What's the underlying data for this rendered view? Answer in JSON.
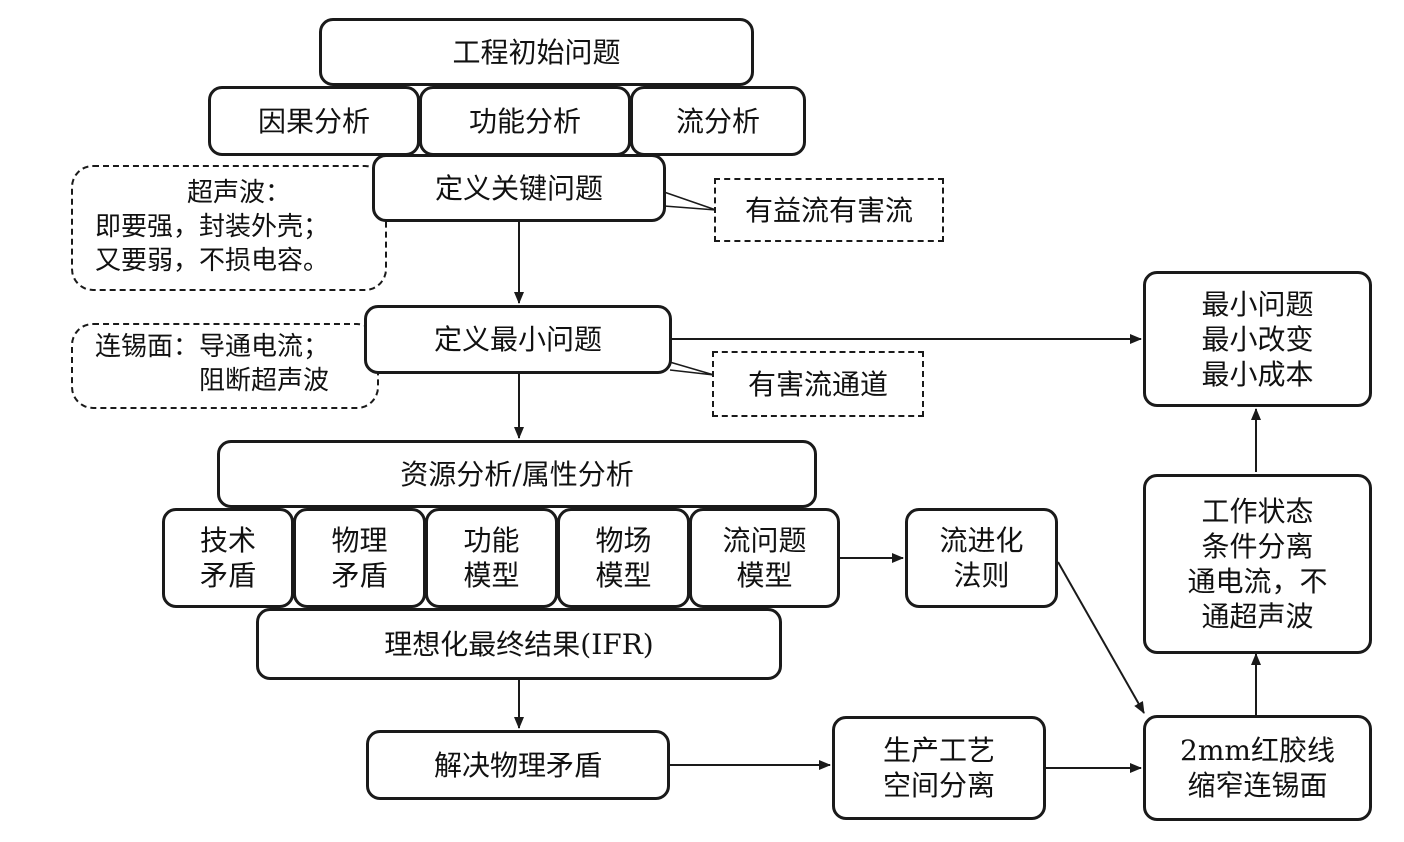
{
  "nodes": {
    "initial_problem": [
      "工程初始问题"
    ],
    "causal_analysis": [
      "因果分析"
    ],
    "function_analysis": [
      "功能分析"
    ],
    "flow_analysis": [
      "流分析"
    ],
    "define_key_problem": [
      "定义关键问题"
    ],
    "beneficial_harmful_flow": [
      "有益流有害流"
    ],
    "define_min_problem": [
      "定义最小问题"
    ],
    "harmful_flow_channel": [
      "有害流通道"
    ],
    "resource_analysis": [
      "资源分析/属性分析"
    ],
    "technical_contradiction": [
      "技术",
      "矛盾"
    ],
    "physical_contradiction": [
      "物理",
      "矛盾"
    ],
    "function_model": [
      "功能",
      "模型"
    ],
    "substance_field_model": [
      "物场",
      "模型"
    ],
    "flow_problem_model": [
      "流问题",
      "模型"
    ],
    "flow_evolution_law": [
      "流进化",
      "法则"
    ],
    "ifr": [
      "理想化最终结果(IFR)"
    ],
    "solve_physical_contradiction": [
      "解决物理矛盾"
    ],
    "process_space_separation": [
      "生产工艺",
      "空间分离"
    ],
    "red_glue_line": [
      "2mm红胶线",
      "缩窄连锡面"
    ],
    "condition_separation": [
      "工作状态",
      "条件分离",
      "通电流，不",
      "通超声波"
    ],
    "minimal": [
      "最小问题",
      "最小改变",
      "最小成本"
    ]
  },
  "notes": {
    "ultrasonic": [
      "超声波：",
      "即要强，封装外壳；",
      "又要弱，不损电容。"
    ],
    "solder_surface": [
      "连锡面：导通电流；",
      "阻断超声波"
    ]
  }
}
